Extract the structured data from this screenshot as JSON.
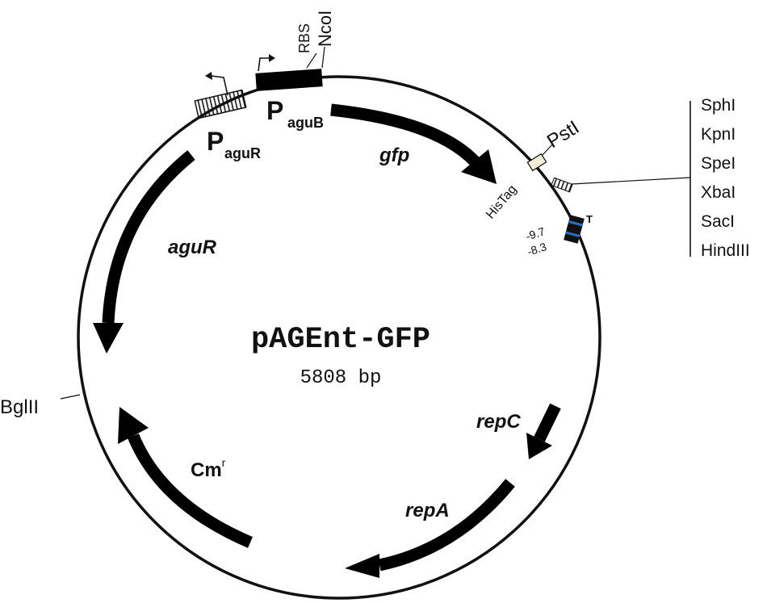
{
  "plasmid": {
    "name": "pAGEnt-GFP",
    "size": "5808 bp"
  },
  "genes": {
    "gfp": "gfp",
    "aguR": "aguR",
    "cm": "Cm",
    "cm_sup": "r",
    "repC": "repC",
    "repA": "repA"
  },
  "promoters": {
    "paguR_p": "P",
    "paguR_sub": "aguR",
    "paguB_p": "P",
    "paguB_sub": "aguB"
  },
  "sites": {
    "rbs": "RBS",
    "ncoI": "NcoI",
    "pstI": "PstI",
    "bglII": "BglII",
    "histag": "HisTag",
    "terminator": "T",
    "term_val1": "-9.7",
    "term_val2": "-8.3"
  },
  "mcs": [
    "SphI",
    "KpnI",
    "SpeI",
    "XbaI",
    "SacI",
    "HindIII"
  ]
}
